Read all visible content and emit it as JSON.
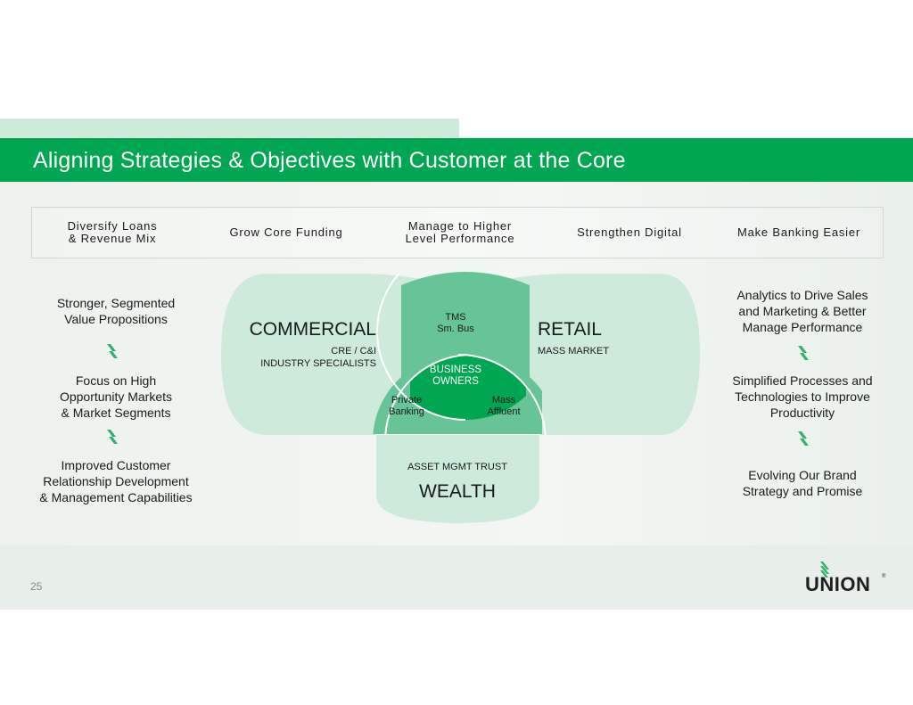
{
  "slide": {
    "title": "Aligning Strategies & Objectives with Customer at the Core",
    "page_number": "25",
    "brand_color": "#00a651",
    "logo": {
      "text": "UNION",
      "mark": "®"
    }
  },
  "objectives": [
    {
      "line1": "Diversify Loans",
      "line2": "& Revenue Mix"
    },
    {
      "line1": "Grow Core Funding",
      "line2": ""
    },
    {
      "line1": "Manage to Higher",
      "line2": "Level Performance"
    },
    {
      "line1": "Strengthen Digital",
      "line2": ""
    },
    {
      "line1": "Make Banking Easier",
      "line2": ""
    }
  ],
  "left_column": [
    {
      "lines": [
        "Stronger, Segmented",
        "Value Propositions"
      ]
    },
    {
      "lines": [
        "Focus on High",
        "Opportunity Markets",
        "& Market Segments"
      ]
    },
    {
      "lines": [
        "Improved Customer",
        "Relationship Development",
        "& Management Capabilities"
      ]
    }
  ],
  "right_column": [
    {
      "lines": [
        "Analytics to Drive Sales",
        "and Marketing & Better",
        "Manage Performance"
      ]
    },
    {
      "lines": [
        "Simplified Processes and",
        "Technologies to Improve",
        "Productivity"
      ]
    },
    {
      "lines": [
        "Evolving Our Brand",
        "Strategy and Promise"
      ]
    }
  ],
  "diagram": {
    "commercial": {
      "title": "COMMERCIAL",
      "sub1": "CRE / C&I",
      "sub2": "INDUSTRY SPECIALISTS"
    },
    "retail": {
      "title": "RETAIL",
      "sub1": "MASS MARKET"
    },
    "wealth": {
      "title": "WEALTH",
      "sub1": "ASSET MGMT TRUST"
    },
    "overlaps": {
      "commercial_retail": [
        "TMS",
        "Sm. Bus"
      ],
      "commercial_wealth": [
        "Private",
        "Banking"
      ],
      "retail_wealth": [
        "Mass",
        "Affluent"
      ],
      "center": [
        "BUSINESS",
        "OWNERS"
      ]
    },
    "colors": {
      "light": "#cdeadb",
      "mid": "#66c496",
      "dark": "#00a651"
    }
  }
}
